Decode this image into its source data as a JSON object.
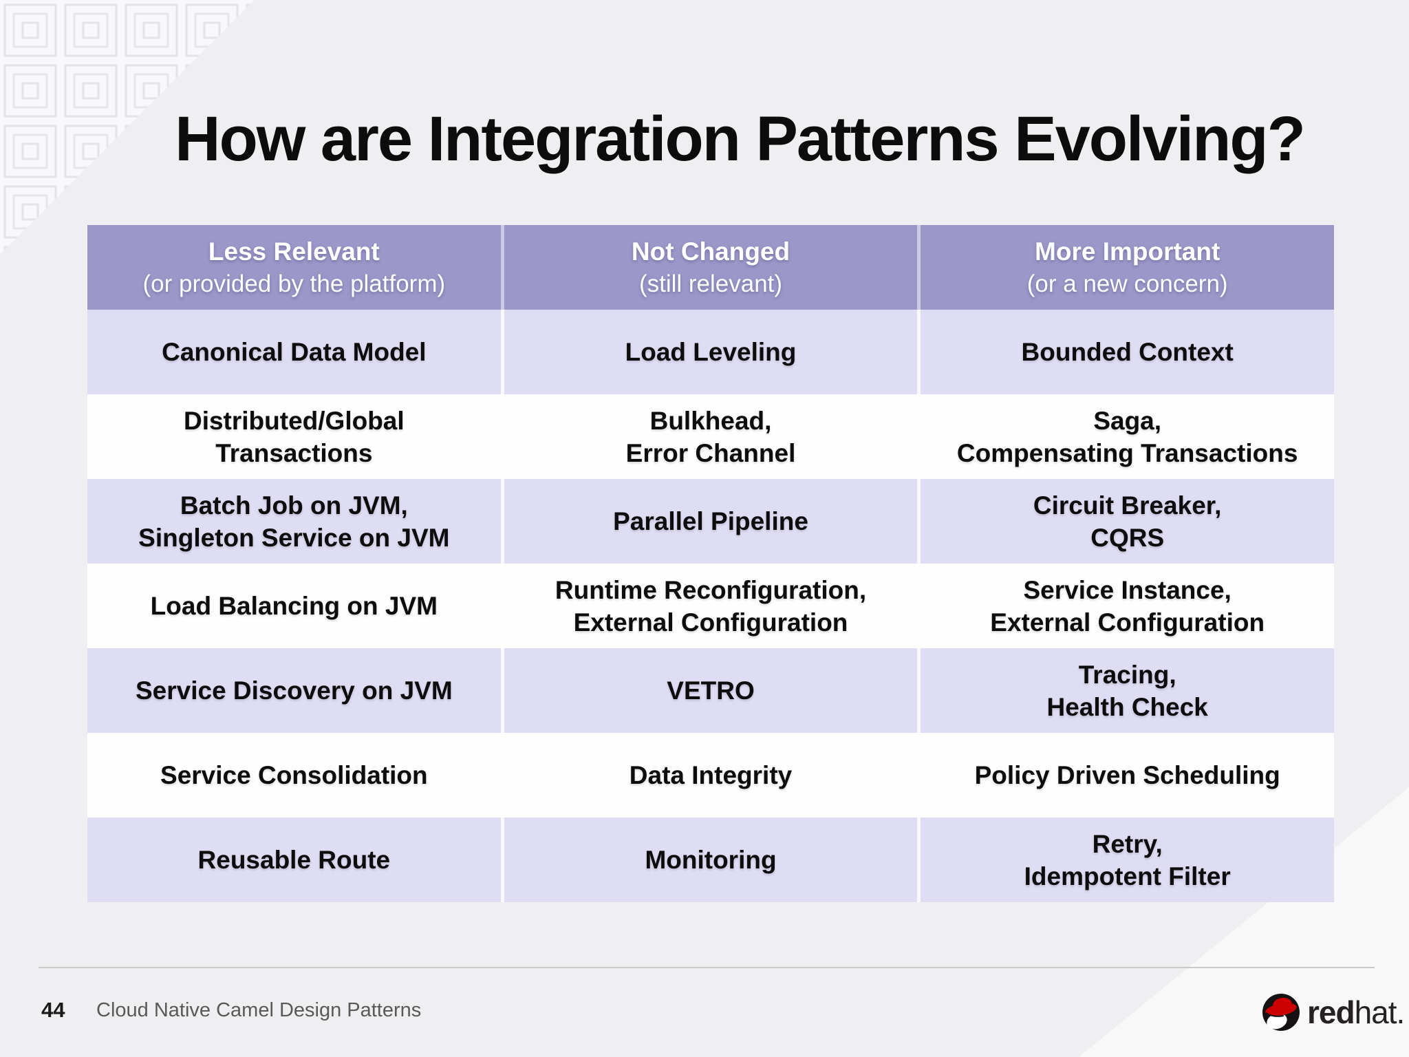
{
  "slide": {
    "title": "How are Integration Patterns Evolving?",
    "page_number": "44",
    "footer_text": "Cloud Native Camel Design Patterns",
    "brand": {
      "bold": "red",
      "light": "hat."
    }
  },
  "table": {
    "columns": [
      {
        "title": "Less Relevant",
        "subtitle": "(or provided by the platform)"
      },
      {
        "title": "Not Changed",
        "subtitle": "(still relevant)"
      },
      {
        "title": "More Important",
        "subtitle": "(or a new concern)"
      }
    ],
    "rows": [
      {
        "cells": [
          {
            "lines": [
              "Canonical Data Model"
            ]
          },
          {
            "lines": [
              "Load Leveling"
            ]
          },
          {
            "lines": [
              "Bounded Context"
            ]
          }
        ]
      },
      {
        "cells": [
          {
            "lines": [
              "Distributed/Global",
              "Transactions"
            ]
          },
          {
            "lines": [
              "Bulkhead,",
              "Error Channel"
            ]
          },
          {
            "lines": [
              "Saga,",
              "Compensating Transactions"
            ]
          }
        ]
      },
      {
        "cells": [
          {
            "lines": [
              "Batch Job on JVM,",
              "Singleton Service on JVM"
            ]
          },
          {
            "lines": [
              "Parallel Pipeline"
            ]
          },
          {
            "lines": [
              "Circuit Breaker,",
              "CQRS"
            ]
          }
        ]
      },
      {
        "cells": [
          {
            "lines": [
              "Load Balancing on JVM"
            ]
          },
          {
            "lines": [
              "Runtime Reconfiguration,",
              "External Configuration"
            ]
          },
          {
            "lines": [
              "Service Instance,",
              "External Configuration"
            ]
          }
        ]
      },
      {
        "cells": [
          {
            "lines": [
              "Service Discovery on JVM"
            ]
          },
          {
            "lines": [
              "VETRO"
            ]
          },
          {
            "lines": [
              "Tracing,",
              "Health Check"
            ]
          }
        ]
      },
      {
        "cells": [
          {
            "lines": [
              "Service Consolidation"
            ]
          },
          {
            "lines": [
              "Data Integrity"
            ]
          },
          {
            "lines": [
              "Policy Driven Scheduling"
            ]
          }
        ]
      },
      {
        "cells": [
          {
            "lines": [
              "Reusable Route"
            ]
          },
          {
            "lines": [
              "Monitoring"
            ]
          },
          {
            "lines": [
              "Retry,",
              "Idempotent Filter"
            ]
          }
        ]
      }
    ]
  },
  "colors": {
    "page_bg": "#efeff1",
    "header_bg": "#9b97c9",
    "row_alt": "#dfddf4",
    "row_white": "#fefeff",
    "divider": "#c9c9c9",
    "brand_red": "#cc0000",
    "text_dark": "#0d0d0d",
    "footer_gray": "#595959"
  }
}
